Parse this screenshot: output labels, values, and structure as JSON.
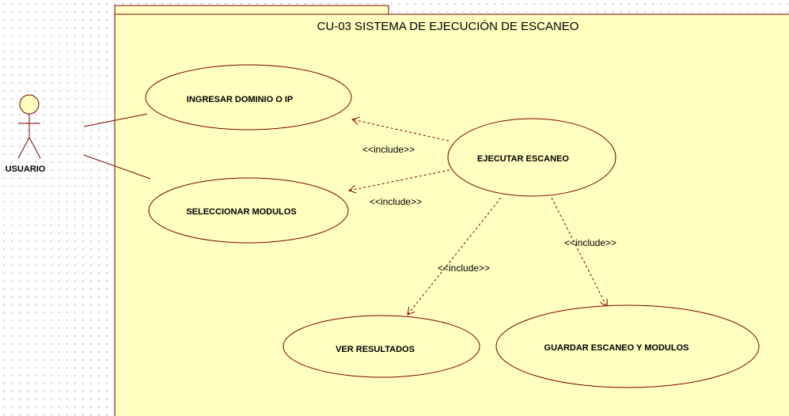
{
  "diagram": {
    "title": "CU-03 SISTEMA DE EJECUCIÓN DE ESCANEO",
    "actor": {
      "name": "USUARIO"
    },
    "use_cases": {
      "ingresar": "INGRESAR DOMINIO O IP",
      "seleccionar": "SELECCIONAR MODULOS",
      "ejecutar": "EJECUTAR ESCANEO",
      "ver": "VER RESULTADOS",
      "guardar": "GUARDAR ESCANEO Y MODULOS"
    },
    "relations": {
      "include_ingresar": "<<include>>",
      "include_seleccionar": "<<include>>",
      "include_ver": "<<include>>",
      "include_guardar": "<<include>>"
    },
    "colors": {
      "package_fill": "#ffffc0",
      "stroke": "#800000",
      "background": "#ffffff"
    }
  }
}
